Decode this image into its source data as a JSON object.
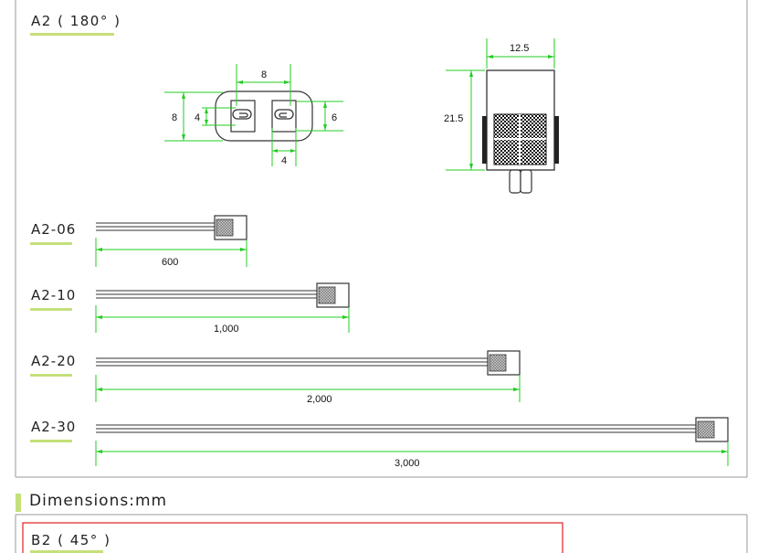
{
  "panel_a2": {
    "title": "A2 ( 180° )",
    "front_view": {
      "pitch": "8",
      "height": "8",
      "hole_height": "4",
      "right_height": "6",
      "hole_width": "4"
    },
    "side_view": {
      "width": "12.5",
      "height": "21.5"
    },
    "cables": [
      {
        "model": "A2-06",
        "length": "600"
      },
      {
        "model": "A2-10",
        "length": "1,000"
      },
      {
        "model": "A2-20",
        "length": "2,000"
      },
      {
        "model": "A2-30",
        "length": "3,000"
      }
    ]
  },
  "section": {
    "title": "Dimensions:mm"
  },
  "panel_b2": {
    "title": "B2 ( 45° )"
  },
  "colors": {
    "dimension": "#22cc22",
    "underline": "#c5e07a",
    "frame": "#999999",
    "b2_frame": "#e02020"
  }
}
